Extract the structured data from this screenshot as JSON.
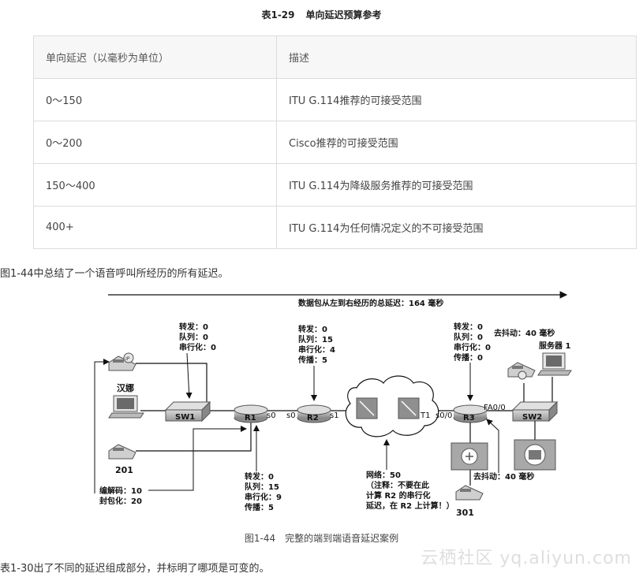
{
  "table_title": {
    "number": "表1-29",
    "text": "单向延迟预算参考"
  },
  "table": {
    "headers": [
      "单向延迟（以毫秒为单位）",
      "描述"
    ],
    "rows": [
      [
        "0～150",
        "ITU G.114推荐的可接受范围"
      ],
      [
        "0～200",
        "Cisco推荐的可接受范围"
      ],
      [
        "150～400",
        "ITU G.114为降级服务推荐的可接受范围"
      ],
      [
        "400+",
        "ITU G.114为任何情况定义的不可接受范围"
      ]
    ]
  },
  "paragraph1": "图1-44中总结了一个语音呼叫所经历的所有延迟。",
  "paragraph2": "表1-30出了不同的延迟组成部分，并标明了哪项是可变的。",
  "figure": {
    "total_label": "数据包从左到右经历的总延迟：164 毫秒",
    "sw1_delay": [
      "转发：0",
      "队列：0",
      "串行化：0"
    ],
    "r2_delay": [
      "转发：0",
      "队列：15",
      "串行化：4",
      "传播：5"
    ],
    "r3_delay": [
      "转发：0",
      "队列：0",
      "串行化：0",
      "传播：0"
    ],
    "r1_delay": [
      "转发：0",
      "队列：15",
      "串行化：9",
      "传播：5"
    ],
    "dejitter_top": "去抖动：40 毫秒",
    "dejitter_bottom": "去抖动：40 毫秒",
    "server_label": "服务器 1",
    "hanna_label": "汉娜",
    "phone_201": "201",
    "phone_301": "301",
    "codec": [
      "编解码：10",
      "封包化：20"
    ],
    "network_note": [
      "网络：50",
      "（注释：不要在此",
      "计算 R2 的串行化",
      "延迟，在 R2 上计算！）"
    ],
    "devices": {
      "sw1": "SW1",
      "r1": "R1",
      "r2": "R2",
      "r3": "R3",
      "sw2": "SW2"
    },
    "interfaces": {
      "r1_s0": "s0",
      "r2_s0": "s0",
      "r2_s1": "s1",
      "t1": "T1",
      "r3_s00": "s0/0",
      "r3_fa00": "FA0/0"
    },
    "phone_ip": "IP"
  },
  "fig_caption": {
    "number": "图1-44",
    "text": "完整的端到端语音延迟案例"
  },
  "watermark": "云栖社区 yq.aliyun.com"
}
